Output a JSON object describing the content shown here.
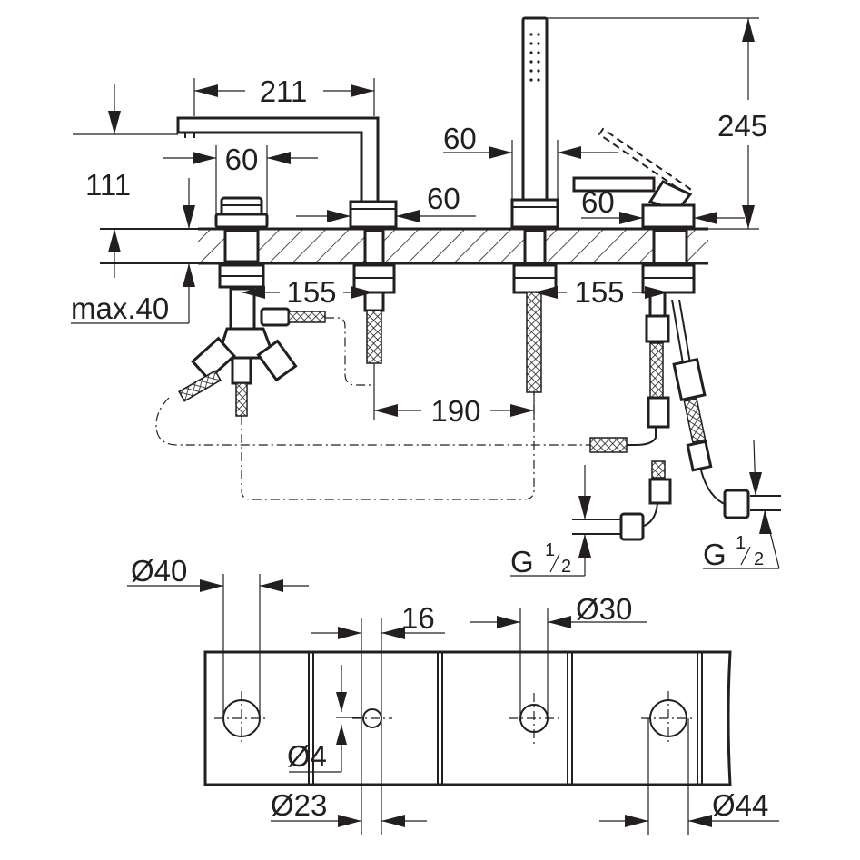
{
  "drawing": {
    "colors": {
      "line": "#231f20",
      "background": "#ffffff"
    },
    "dimensions": {
      "spout_reach": "211",
      "spout_height": "111",
      "handshower_height": "245",
      "mounting_thickness": "max.40",
      "left_handle_width": "60",
      "spout_base_width": "60",
      "handshower_base_width": "60",
      "right_handle_width": "60",
      "spacing_left": "155",
      "spacing_right": "155",
      "spacing_middle": "190",
      "connection_left_g": "G",
      "connection_left_fraction_num": "1",
      "connection_left_fraction_den": "2",
      "connection_right_g": "G",
      "connection_right_fraction_num": "1",
      "connection_right_fraction_den": "2"
    },
    "holes": {
      "hole_40": "Ø40",
      "pitch_16": "16",
      "hole_30": "Ø30",
      "hole_4": "Ø4",
      "hole_23": "Ø23",
      "hole_44": "Ø44"
    }
  }
}
